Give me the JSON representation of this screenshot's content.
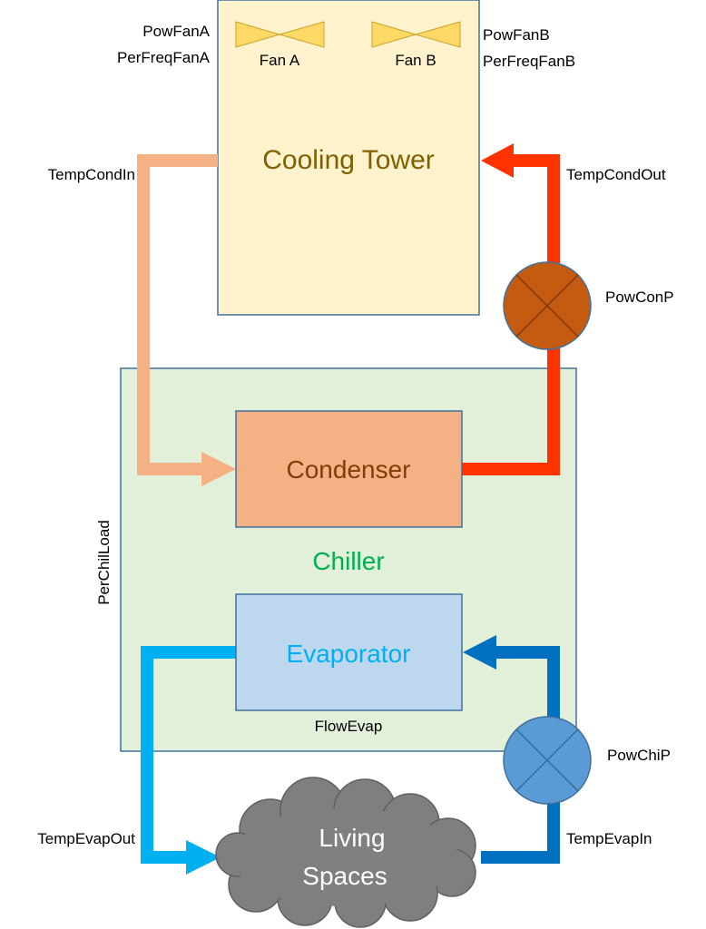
{
  "components": {
    "cooling_tower": {
      "label": "Cooling Tower"
    },
    "fan_a": {
      "label": "Fan A"
    },
    "fan_b": {
      "label": "Fan B"
    },
    "chiller": {
      "label": "Chiller"
    },
    "condenser": {
      "label": "Condenser"
    },
    "evaporator": {
      "label": "Evaporator"
    },
    "living_spaces": {
      "line1": "Living",
      "line2": "Spaces"
    }
  },
  "signals": {
    "pow_fan_a": "PowFanA",
    "per_freq_fan_a": "PerFreqFanA",
    "pow_fan_b": "PowFanB",
    "per_freq_fan_b": "PerFreqFanB",
    "temp_cond_in": "TempCondIn",
    "temp_cond_out": "TempCondOut",
    "pow_con_p": "PowConP",
    "per_chil_load": "PerChilLoad",
    "flow_evap": "FlowEvap",
    "pow_chi_p": "PowChiP",
    "temp_evap_out": "TempEvapOut",
    "temp_evap_in": "TempEvapIn"
  },
  "colors": {
    "cooling_tower_fill": "#fff2cc",
    "cooling_tower_text": "#7f6000",
    "chiller_fill": "#e2efd9",
    "chiller_text": "#00b050",
    "condenser_fill": "#f4b183",
    "condenser_text": "#843c0c",
    "evaporator_fill": "#bdd7ee",
    "evaporator_text": "#00b0f0",
    "box_border": "#41719c",
    "fan_fill": "#ffd966",
    "cond_in_pipe": "#f4b183",
    "cond_out_pipe": "#ff3300",
    "evap_out_pipe": "#00b0f0",
    "evap_in_pipe": "#0070c0",
    "condenser_pump": "#c55a11",
    "chiller_pump": "#5b9bd5",
    "living_spaces_fill": "#7f7f7f"
  }
}
